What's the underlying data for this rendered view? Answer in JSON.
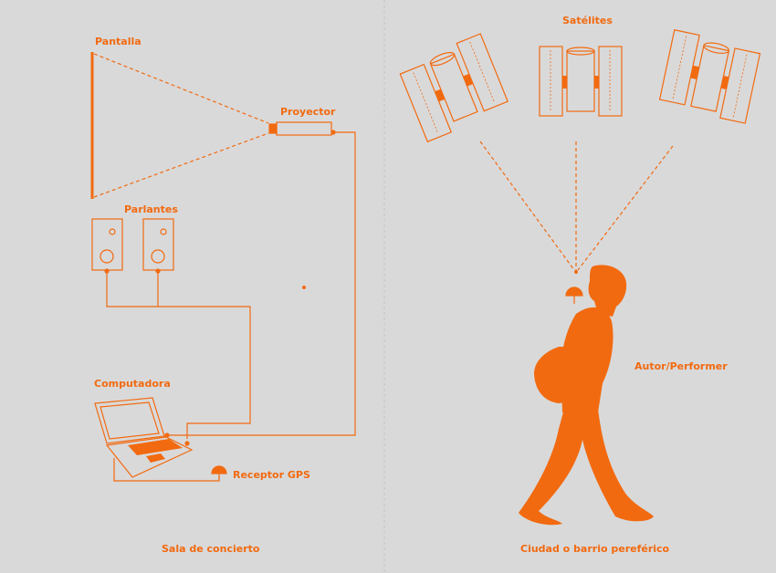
{
  "colors": {
    "accent": "#f26a10",
    "background": "#d9d9d9",
    "divider": "#c4c4c4"
  },
  "left": {
    "screen_label": "Pantalla",
    "projector_label": "Proyector",
    "speakers_label": "Parlantes",
    "computer_label": "Computadora",
    "gps_label": "Receptor GPS",
    "room_label": "Sala de concierto"
  },
  "right": {
    "satellites_label": "Satélites",
    "performer_label": "Autor/Performer",
    "place_label": "Ciudad o barrio pereférico"
  },
  "icons": [
    "projection-screen-icon",
    "projector-icon",
    "speaker-icon",
    "laptop-icon",
    "gps-receiver-icon",
    "satellite-icon",
    "walking-person-icon"
  ]
}
